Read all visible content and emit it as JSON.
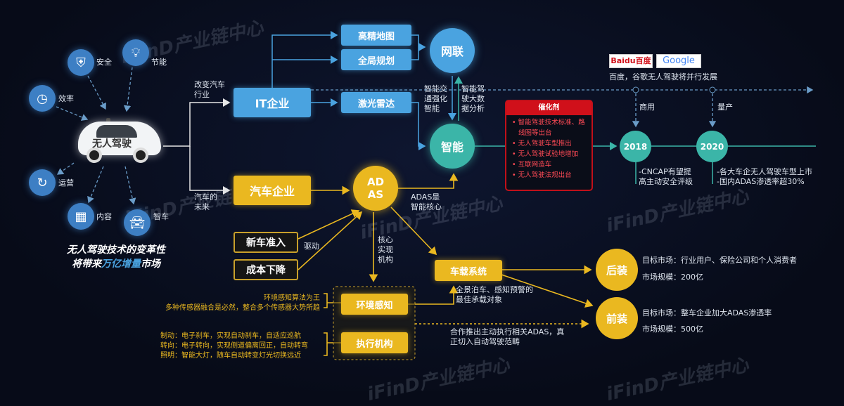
{
  "watermark": "iFinD产业链中心",
  "car": {
    "label": "无人驾驶"
  },
  "benefits": [
    {
      "label": "安全",
      "icon": "shield-icon"
    },
    {
      "label": "节能",
      "icon": "lightbulb-icon"
    },
    {
      "label": "效率",
      "icon": "clock-icon"
    },
    {
      "label": "运营",
      "icon": "cycle-icon"
    },
    {
      "label": "内容",
      "icon": "apps-icon"
    },
    {
      "label": "智车",
      "icon": "car-icon"
    }
  ],
  "caption": {
    "line1": "无人驾驶技术的变革性",
    "line2_pre": "将带来",
    "line2_highlight": "万亿增量",
    "line2_post": "市场"
  },
  "branches": {
    "top_label": "改变汽车行业",
    "bottom_label": "汽车的未来"
  },
  "it": {
    "label": "IT企业",
    "items": [
      "高精地图",
      "全局规划",
      "激光雷达"
    ]
  },
  "auto": {
    "label": "汽车企业"
  },
  "nodes": {
    "wanglian": "网联",
    "zhineng": "智能",
    "adas_line1": "AD",
    "adas_line2": "AS"
  },
  "annotations": {
    "to_zhineng": "智能交通强化智能",
    "to_wanglian": "智能驾驶大数据分析",
    "adas_core": "ADAS是智能核心",
    "drive": "驱动",
    "core_mech": "核心实现机构",
    "invehicle_note": "全景泊车、感知预警的最佳承载对象",
    "coop": "合作推出主动执行相关ADAS，真正切入自动驾驶范畴"
  },
  "catalyst": {
    "title": "催化剂",
    "items": [
      "智能驾驶技术标准、路线图等出台",
      "无人驾驶车型推出",
      "无人驾驶试验地增加",
      "互联网造车",
      "无人驾驶法规出台"
    ]
  },
  "timeline": {
    "brands": [
      "Baidu百度",
      "Google"
    ],
    "brand_note": "百度，谷歌无人驾驶将并行发展",
    "milestones": [
      {
        "year": "2018",
        "tag": "商用",
        "notes": [
          "-CNCAP有望提",
          "高主动安全评级"
        ]
      },
      {
        "year": "2020",
        "tag": "量产",
        "notes": [
          "-各大车企无人驾驶车型上市",
          "-国内ADAS渗透率超30%"
        ]
      }
    ]
  },
  "drivers": [
    "新车准入",
    "成本下降"
  ],
  "mechanisms": {
    "perception": "环境感知",
    "actuation": "执行机构",
    "perception_notes": [
      "环境感知算法为王",
      "多种传感器融合是必然，整合多个传感器大势所趋"
    ],
    "actuation_notes": [
      "制动：电子刹车，实现自动刹车，自适应巡航",
      "转向：电子转向，实现侧道偏离回正，自动转弯",
      "照明：智能大灯，随车自动转变灯光切换远近"
    ]
  },
  "invehicle": {
    "label": "车载系统"
  },
  "markets": [
    {
      "label": "后装",
      "target": "目标市场：行业用户、保险公司和个人消费者",
      "size": "市场规模：200亿"
    },
    {
      "label": "前装",
      "target": "目标市场：整车企业加大ADAS渗透率",
      "size": "市场规模：500亿"
    }
  ],
  "colors": {
    "blue": "#4aa3e0",
    "teal": "#3bb5a8",
    "yellow": "#eab820",
    "red": "#d0101a"
  }
}
